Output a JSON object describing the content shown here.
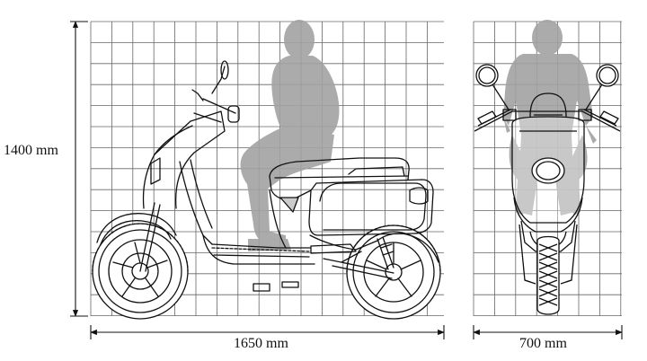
{
  "dimensions": {
    "height": "1400 mm",
    "length": "1650 mm",
    "width": "700 mm"
  },
  "colors": {
    "grid": "#555555",
    "line": "#111111",
    "silhouette": "#9a9a9a",
    "background": "#ffffff"
  },
  "views": [
    "side-view",
    "front-view"
  ],
  "icons": [
    "rider-silhouette",
    "scooter-side",
    "scooter-front",
    "dimension-arrow"
  ]
}
